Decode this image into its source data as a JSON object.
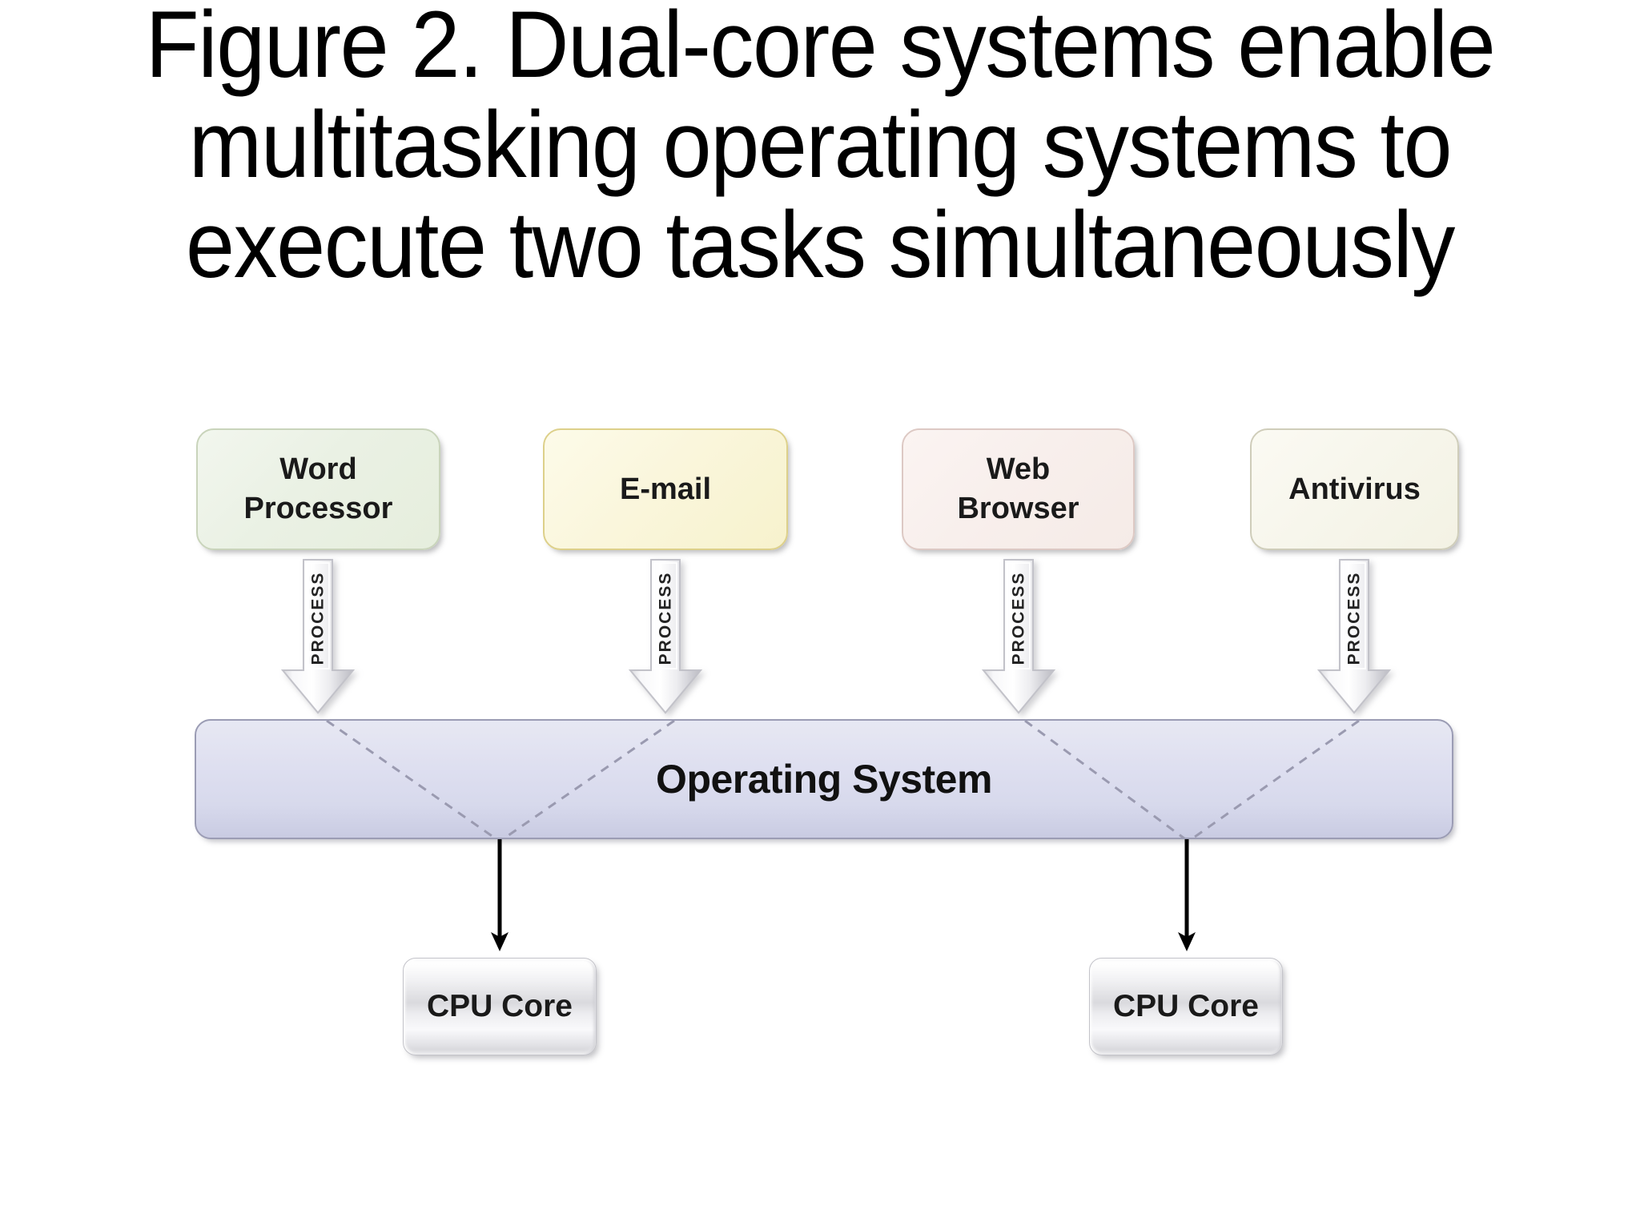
{
  "title": {
    "lines": [
      "Figure 2. Dual-core systems enable",
      "multitasking operating systems to",
      "execute two tasks simultaneously"
    ]
  },
  "diagram": {
    "applications": [
      {
        "name": "word-processor",
        "label_line1": "Word",
        "label_line2": "Processor",
        "fill": "#eaf1e4",
        "border": "#c9d4bb"
      },
      {
        "name": "email",
        "label_line1": "E-mail",
        "label_line2": "",
        "fill": "#faf6dc",
        "border": "#ddd08a"
      },
      {
        "name": "web-browser",
        "label_line1": "Web",
        "label_line2": "Browser",
        "fill": "#f8efec",
        "border": "#ddc9c4"
      },
      {
        "name": "antivirus",
        "label_line1": "Antivirus",
        "label_line2": "",
        "fill": "#f7f6ec",
        "border": "#cfcdba"
      }
    ],
    "process_arrows": [
      {
        "label": "PROCESS"
      },
      {
        "label": "PROCESS"
      },
      {
        "label": "PROCESS"
      },
      {
        "label": "PROCESS"
      }
    ],
    "operating_system": {
      "label": "Operating System",
      "fill": "#dedff0",
      "border": "#9b9cb4"
    },
    "cpu_cores": [
      {
        "label": "CPU Core"
      },
      {
        "label": "CPU Core"
      }
    ],
    "connector_color": "#000000",
    "dashed_line_color": "#9a9ab0"
  }
}
